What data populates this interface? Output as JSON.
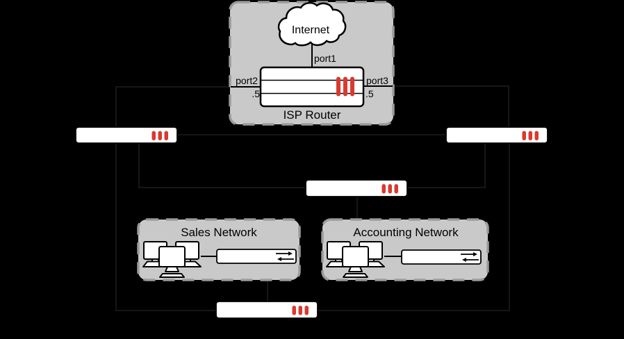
{
  "colors": {
    "background": "#000000",
    "zone_fill": "#c9c9c9",
    "zone_border": "#9b9b9b",
    "device_fill": "#ffffff",
    "accent_red": "#d93a2f",
    "hidden_wire": "#161616",
    "ink": "#000000"
  },
  "internet": {
    "label": "Internet"
  },
  "isp": {
    "name": "ISP Router",
    "port1": "port1",
    "port2": "port2",
    "port3": "port3",
    "port2_ip": ".5",
    "port3_ip": ".5"
  },
  "networks": [
    {
      "label": "Sales Network"
    },
    {
      "label": "Accounting Network"
    }
  ]
}
